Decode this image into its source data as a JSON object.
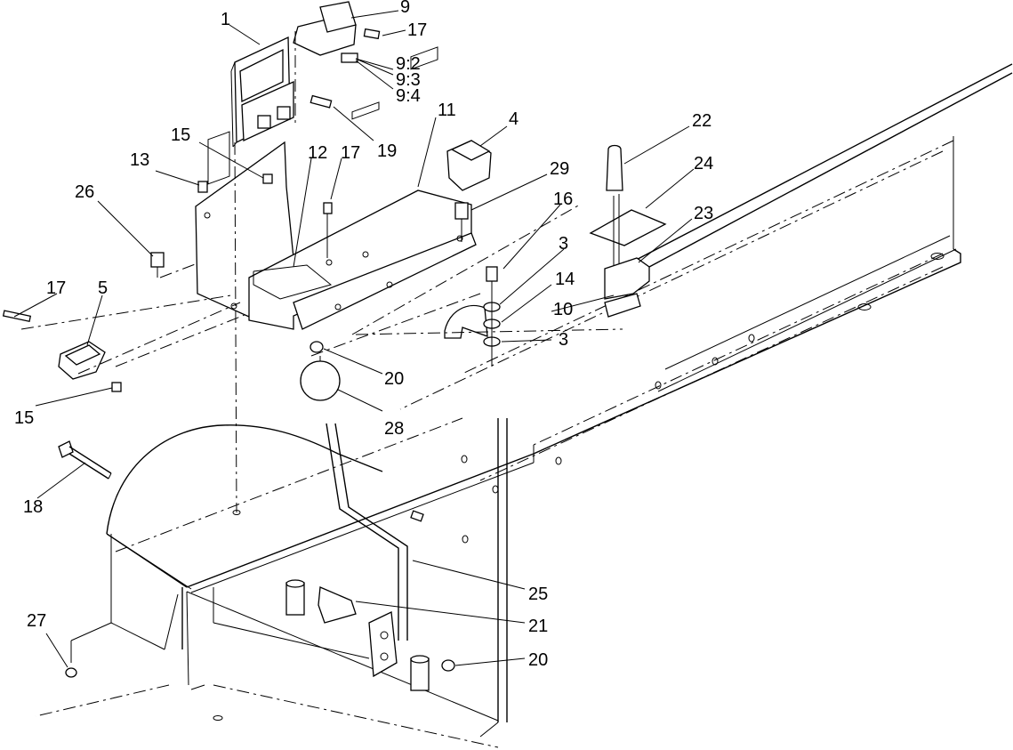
{
  "callouts": {
    "c1": "1",
    "c9": "9",
    "c17a": "17",
    "c9_2": "9:2",
    "c9_3": "9:3",
    "c9_4": "9:4",
    "c19": "19",
    "c11": "11",
    "c4": "4",
    "c22": "22",
    "c15a": "15",
    "c12": "12",
    "c17b": "17",
    "c13": "13",
    "c29": "29",
    "c24": "24",
    "c26": "26",
    "c16": "16",
    "c23": "23",
    "c3a": "3",
    "c14": "14",
    "c10": "10",
    "c17c": "17",
    "c5": "5",
    "c3b": "3",
    "c20a": "20",
    "c15b": "15",
    "c28": "28",
    "c18": "18",
    "c25": "25",
    "c21": "21",
    "c27": "27",
    "c20b": "20"
  }
}
